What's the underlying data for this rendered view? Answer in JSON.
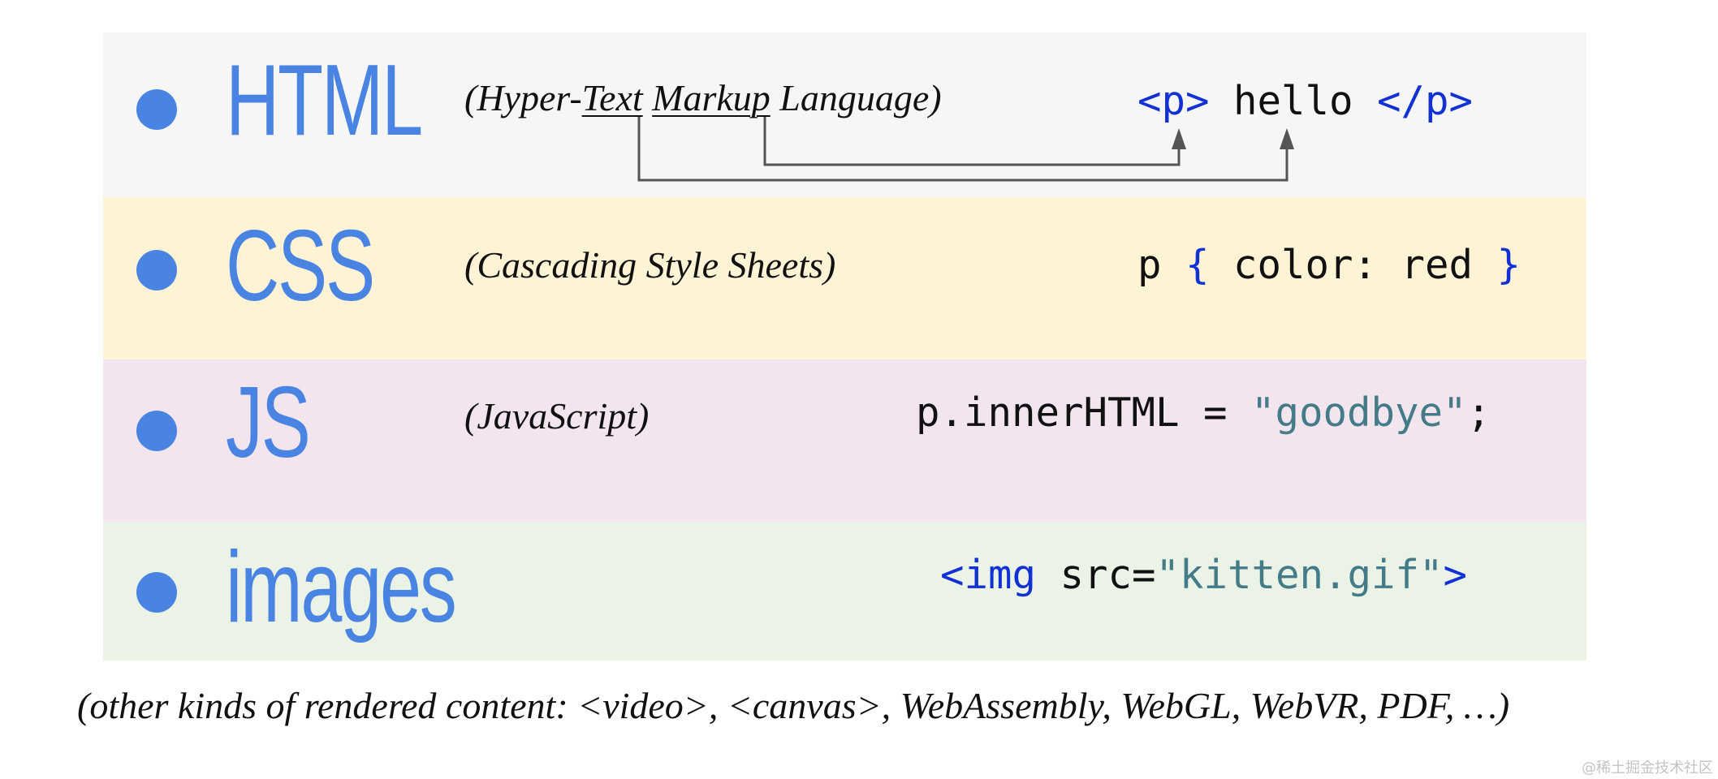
{
  "colors": {
    "accent": "#4a84e2",
    "html_band": "#f6f6f6",
    "css_band": "#fef3d5",
    "js_band": "#f3e5ee",
    "images_band": "#ebf3e7",
    "code_tag": "#1131d4",
    "code_string": "#437b88",
    "arrow": "#555555"
  },
  "rows": [
    {
      "term": "HTML",
      "expansion": {
        "open": "(Hyper-",
        "text": "Text",
        "space": " ",
        "markup": "Markup",
        "rest": " Language)"
      },
      "code": {
        "open_tag": "<p>",
        "content": " hello ",
        "close_tag": "</p>"
      }
    },
    {
      "term": "CSS",
      "expansion": "(Cascading Style Sheets)",
      "code": {
        "selector": "p ",
        "open_brace": "{",
        "body": " color: red ",
        "close_brace": "}"
      }
    },
    {
      "term": "JS",
      "expansion": "(JavaScript)",
      "code": {
        "prefix": "p.innerHTML = ",
        "string": "\"goodbye\"",
        "suffix": ";"
      }
    },
    {
      "term": "images",
      "code": {
        "open": "<img",
        "attr": " src=",
        "string": "\"kitten.gif\"",
        "close": ">"
      }
    }
  ],
  "footer": "(other kinds of rendered content: <video>, <canvas>, WebAssembly, WebGL, WebVR, PDF, …)",
  "watermark": "@稀土掘金技术社区"
}
